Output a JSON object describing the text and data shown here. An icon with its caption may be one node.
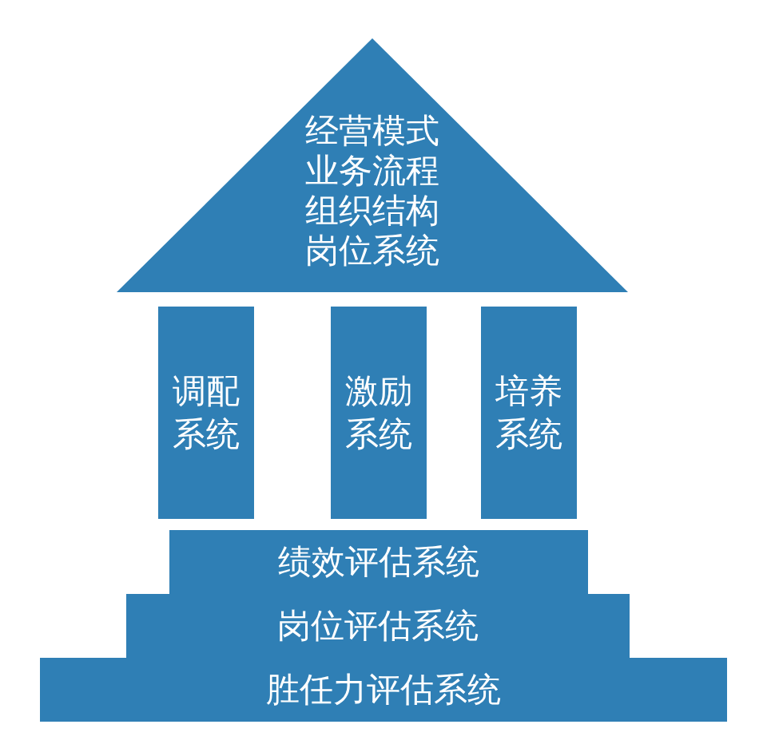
{
  "diagram": {
    "nodes": [
      {
        "text": [
          "经营模式",
          "业务流程",
          "组织结构",
          "岗位系统"
        ]
      },
      {
        "text": [
          "调配系统"
        ]
      },
      {
        "text": [
          "激励系统"
        ]
      },
      {
        "text": [
          "培养系统"
        ]
      },
      {
        "text": [
          "绩效评估系统"
        ]
      },
      {
        "text": [
          "岗位评估系统"
        ]
      },
      {
        "text": [
          "胜任力评估系统"
        ]
      }
    ]
  }
}
